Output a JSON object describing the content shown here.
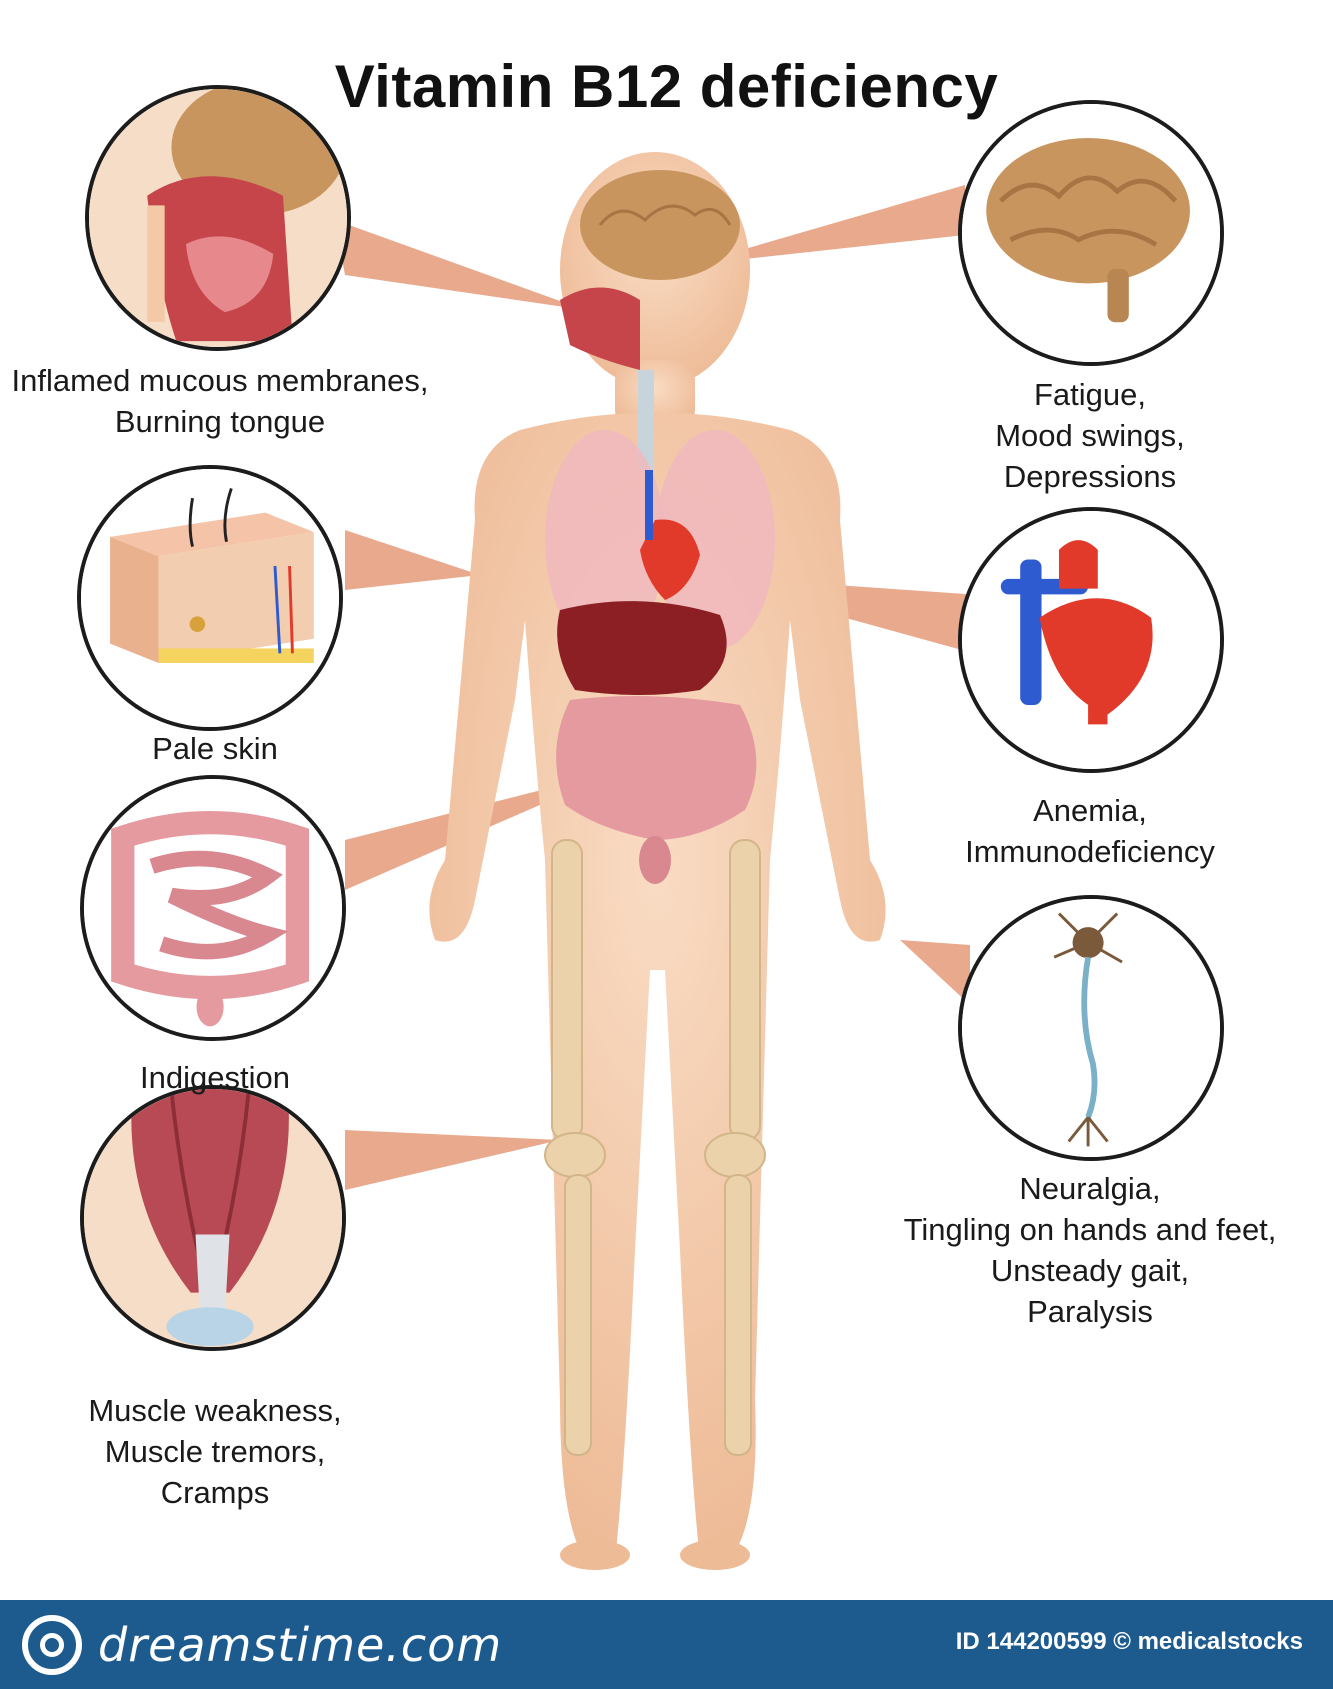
{
  "title": "Vitamin B12 deficiency",
  "symptoms": {
    "mouth": [
      "Inflamed mucous membranes,",
      "Burning tongue"
    ],
    "skin": [
      "Pale skin"
    ],
    "digestion": [
      "Indigestion"
    ],
    "muscle": [
      "Muscle weakness,",
      "Muscle tremors,",
      "Cramps"
    ],
    "brain": [
      "Fatigue,",
      "Mood swings,",
      "Depressions"
    ],
    "heart": [
      "Anemia,",
      "Immunodeficiency"
    ],
    "nerve": [
      "Neuralgia,",
      "Tingling on hands and feet,",
      "Unsteady gait,",
      "Paralysis"
    ]
  },
  "footer": {
    "brand": "dreamstime.com",
    "credit": "ID 144200599 © medicalstocks"
  },
  "colors": {
    "skin": "#f3c9a8",
    "callout": "#e7a487",
    "brain": "#c9955f",
    "heart_red": "#e23a2a",
    "vein_blue": "#2f5bd0",
    "intestine": "#e59aa0",
    "bone": "#ecd2ab",
    "footer_bg": "#1d5b8f"
  },
  "icons": [
    "nasal-cavity-icon",
    "skin-layer-icon",
    "intestine-icon",
    "calf-muscle-icon",
    "brain-icon",
    "heart-icon",
    "neuron-icon",
    "dreamstime-logo-icon"
  ]
}
